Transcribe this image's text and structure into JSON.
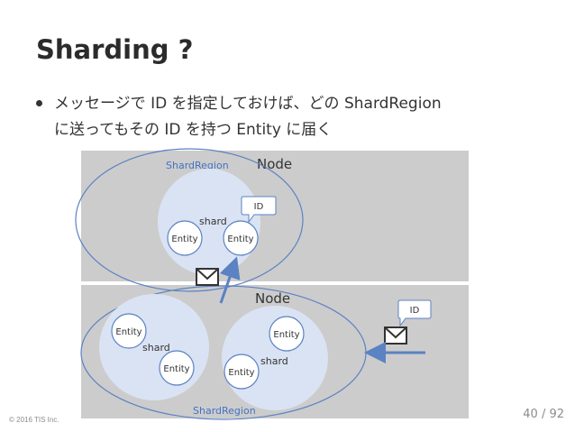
{
  "slide": {
    "title": "Sharding ?",
    "bullet": {
      "line1": "メッセージで ID を指定しておけば、どの ShardRegion",
      "line2": "に送ってもその ID を持つ Entity に届く"
    },
    "footer": "© 2016 TIS Inc.",
    "page_number": "40 / 92"
  },
  "diagram": {
    "node_top_label": "Node",
    "node_bottom_label": "Node",
    "shard_region_top_label": "ShardRegion",
    "shard_region_bottom_label": "ShardRegion",
    "shard_label": "shard",
    "entity_label": "Entity",
    "id_label": "ID",
    "colors": {
      "node_fill": "#cccccc",
      "shard_fill": "#dae3f3",
      "region_stroke": "#5b82c3",
      "arrow": "#5b82c3",
      "shard_region_text": "#4472c4"
    }
  }
}
